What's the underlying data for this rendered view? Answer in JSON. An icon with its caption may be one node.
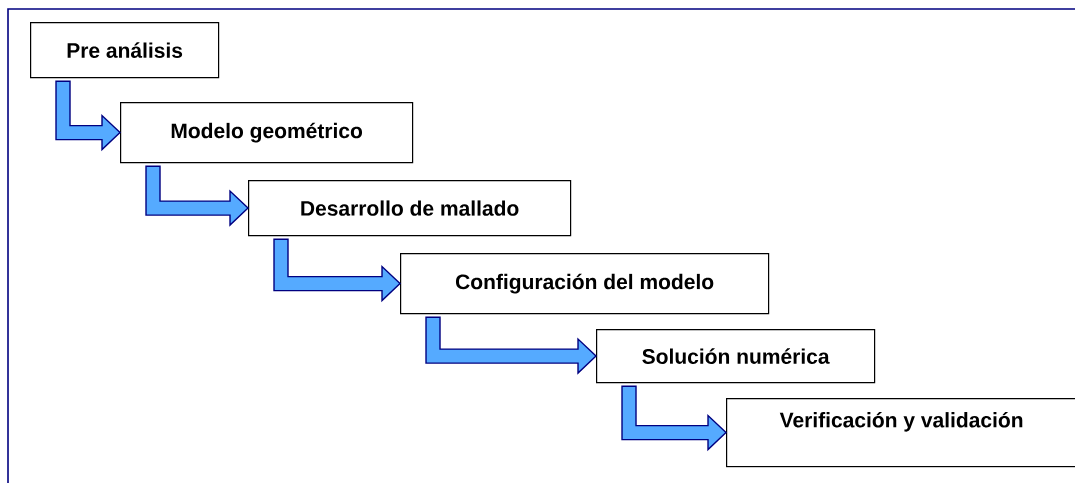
{
  "diagram": {
    "nodes": [
      {
        "text": [
          "Pre análisis"
        ]
      },
      {
        "text": [
          "Modelo geométrico"
        ]
      },
      {
        "text": [
          "Desarrollo de mallado"
        ]
      },
      {
        "text": [
          "Configuración del modelo"
        ]
      },
      {
        "text": [
          "Solución numérica"
        ]
      },
      {
        "text": [
          "Verificación y validación"
        ]
      }
    ],
    "edges": [
      {
        "from": 0,
        "to": 1,
        "arrow": "to"
      },
      {
        "from": 1,
        "to": 2,
        "arrow": "to"
      },
      {
        "from": 2,
        "to": 3,
        "arrow": "to"
      },
      {
        "from": 3,
        "to": 4,
        "arrow": "to"
      },
      {
        "from": 4,
        "to": 5,
        "arrow": "to"
      }
    ]
  }
}
